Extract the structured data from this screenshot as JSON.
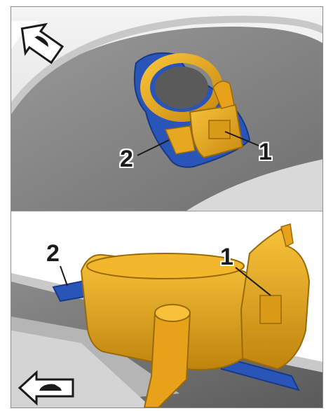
{
  "figure": {
    "top_view": {
      "labels": [
        {
          "id": "1",
          "text": "1"
        },
        {
          "id": "2",
          "text": "2"
        }
      ],
      "arrow_icon": "arrow-with-car-icon"
    },
    "bottom_view": {
      "labels": [
        {
          "id": "1",
          "text": "1"
        },
        {
          "id": "2",
          "text": "2"
        }
      ],
      "arrow_icon": "arrow-with-car-icon"
    }
  },
  "colors": {
    "part_gold": "#e8a21a",
    "part_gold_dark": "#b47a0c",
    "bracket_blue": "#2a55b8",
    "body_grey": "#8c8c8c",
    "background_grey": "#e6e6e6"
  }
}
